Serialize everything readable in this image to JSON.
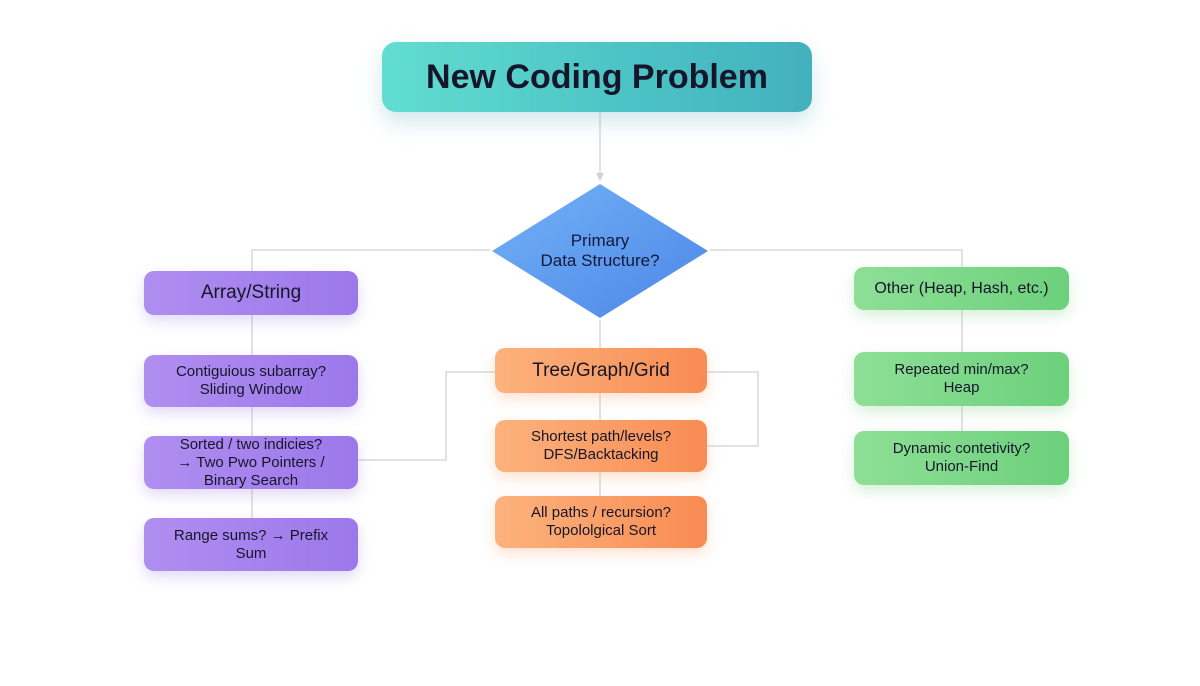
{
  "diagram": {
    "title": "New Coding Problem",
    "decision": "Primary\nData Structure?",
    "branches": [
      {
        "label": "Array/String",
        "color": "#a07cec",
        "items": [
          "Contiguious subarray?\nSliding Window",
          "Sorted / two indicies?\n→ Two Pwo Pointers /\nBinary Search",
          "Range sums? → Prefix\nSum"
        ]
      },
      {
        "label": "Tree/Graph/Grid",
        "color": "#f8945a",
        "items": [
          "Shortest path/levels?\nDFS/Backtacking",
          "All paths / recursion?\nTopololgical Sort"
        ]
      },
      {
        "label": "Other (Heap, Hash, etc.)",
        "color": "#74d383",
        "items": [
          "Repeated min/max?\nHeap",
          "Dynamic contetivity?\nUnion-Find"
        ]
      }
    ],
    "colors": {
      "title_gradient": [
        "#62ddd0",
        "#43b1bd"
      ],
      "decision_gradient": [
        "#6aa8f5",
        "#4f8ce8"
      ],
      "connector": "#d6d6da"
    }
  }
}
